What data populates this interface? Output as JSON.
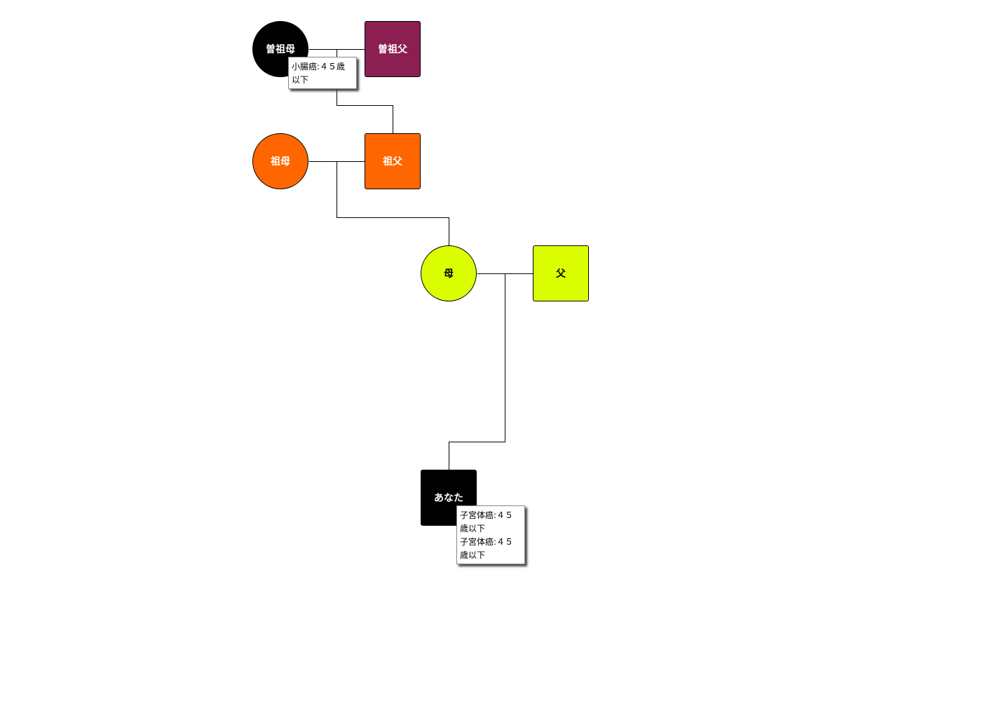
{
  "people": [
    {
      "id": "ggm",
      "label": "曽祖母",
      "sex": "female",
      "fill": "#000000",
      "text_color": "#ffffff"
    },
    {
      "id": "ggf",
      "label": "曽祖父",
      "sex": "male",
      "fill": "#8b1f52",
      "text_color": "#ffffff"
    },
    {
      "id": "gm",
      "label": "祖母",
      "sex": "female",
      "fill": "#ff6600",
      "text_color": "#ffffff"
    },
    {
      "id": "gf",
      "label": "祖父",
      "sex": "male",
      "fill": "#ff6600",
      "text_color": "#ffffff"
    },
    {
      "id": "m",
      "label": "母",
      "sex": "female",
      "fill": "#dbff00",
      "text_color": "#000000"
    },
    {
      "id": "f",
      "label": "父",
      "sex": "male",
      "fill": "#dbff00",
      "text_color": "#000000"
    },
    {
      "id": "you",
      "label": "あなた",
      "sex": "male",
      "fill": "#000000",
      "text_color": "#ffffff"
    }
  ],
  "notes": [
    {
      "person": "ggm",
      "lines": [
        "小腸癌:４５歳以下"
      ]
    },
    {
      "person": "you",
      "lines": [
        "子宮体癌:４５歳以下",
        "子宮体癌:４５歳以下"
      ]
    }
  ]
}
